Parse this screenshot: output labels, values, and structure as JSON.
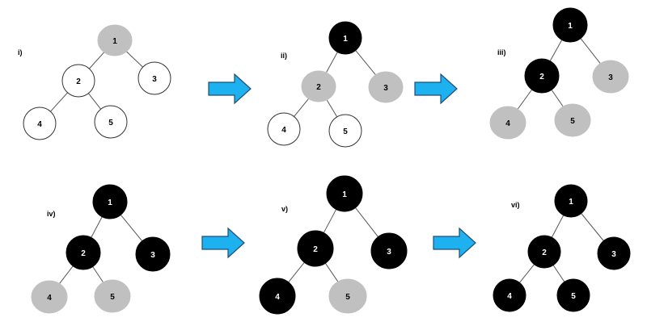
{
  "colors": {
    "white": "#ffffff",
    "gray": "#c0c0c0",
    "black": "#000000",
    "edge": "#555555",
    "arrow_fill": "#1eb1ef",
    "arrow_stroke": "#1f4e79"
  },
  "panels": [
    {
      "label": "i)",
      "nodes": {
        "1": "gray",
        "2": "white",
        "3": "white",
        "4": "white",
        "5": "white"
      }
    },
    {
      "label": "ii)",
      "nodes": {
        "1": "black",
        "2": "gray",
        "3": "gray",
        "4": "white",
        "5": "white"
      }
    },
    {
      "label": "iii)",
      "nodes": {
        "1": "black",
        "2": "black",
        "3": "gray",
        "4": "gray",
        "5": "gray"
      }
    },
    {
      "label": "iv)",
      "nodes": {
        "1": "black",
        "2": "black",
        "3": "black",
        "4": "gray",
        "5": "gray"
      }
    },
    {
      "label": "v)",
      "nodes": {
        "1": "black",
        "2": "black",
        "3": "black",
        "4": "black",
        "5": "gray"
      }
    },
    {
      "label": "vi)",
      "nodes": {
        "1": "black",
        "2": "black",
        "3": "black",
        "4": "black",
        "5": "black"
      }
    }
  ],
  "node_ids": [
    "1",
    "2",
    "3",
    "4",
    "5"
  ],
  "edges": [
    [
      "1",
      "2"
    ],
    [
      "1",
      "3"
    ],
    [
      "2",
      "4"
    ],
    [
      "2",
      "5"
    ]
  ],
  "arrows": [
    {
      "from_panel": "i)",
      "to_panel": "ii)"
    },
    {
      "from_panel": "ii)",
      "to_panel": "iii)"
    },
    {
      "from_panel": "iv)",
      "to_panel": "v)"
    },
    {
      "from_panel": "v)",
      "to_panel": "vi)"
    }
  ]
}
